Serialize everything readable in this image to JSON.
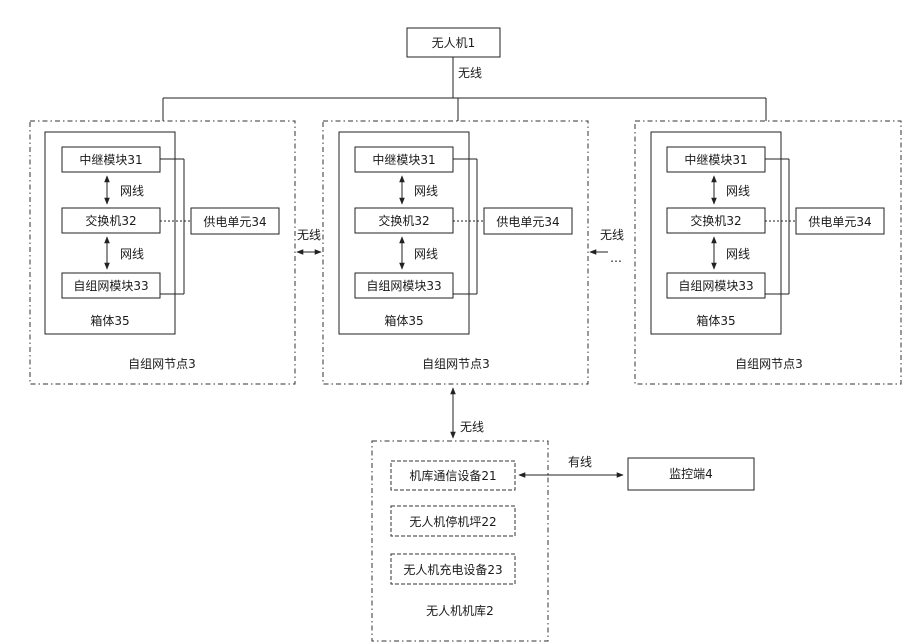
{
  "drone": {
    "label": "无人机1"
  },
  "wireless_label": "无线",
  "wired_label": "有线",
  "ellipsis": "…",
  "nodes": [
    {
      "relay": "中继模块31",
      "switch": "交换机32",
      "adhoc": "自组网模块33",
      "power": "供电单元34",
      "box": "箱体35",
      "cable_top": "网线",
      "cable_bottom": "网线",
      "node": "自组网节点3"
    },
    {
      "relay": "中继模块31",
      "switch": "交换机32",
      "adhoc": "自组网模块33",
      "power": "供电单元34",
      "box": "箱体35",
      "cable_top": "网线",
      "cable_bottom": "网线",
      "node": "自组网节点3"
    },
    {
      "relay": "中继模块31",
      "switch": "交换机32",
      "adhoc": "自组网模块33",
      "power": "供电单元34",
      "box": "箱体35",
      "cable_top": "网线",
      "cable_bottom": "网线",
      "node": "自组网节点3"
    }
  ],
  "hangar": {
    "comm": "机库通信设备21",
    "pad": "无人机停机坪22",
    "charger": "无人机充电设备23",
    "title": "无人机机库2"
  },
  "monitor": {
    "label": "监控端4"
  }
}
